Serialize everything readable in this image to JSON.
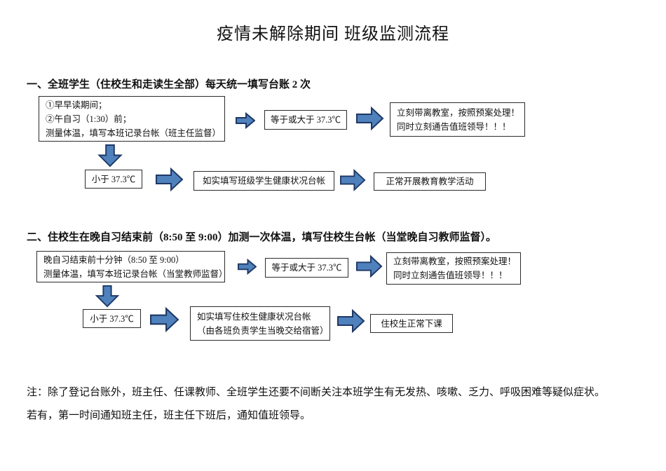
{
  "page": {
    "title": "疫情未解除期间 班级监测流程"
  },
  "section1": {
    "heading": "一、全班学生（住校生和走读生全部）每天统一填写台账 2 次",
    "flow": {
      "start_line1": "①早早读期间；",
      "start_line2": "②午自习（1:30）前；",
      "start_line3": "测量体温，填写本班记录台帐（班主任监督）",
      "fever": "等于或大于 37.3℃",
      "fever_action_line1": "立刻带离教室，按照预案处理！",
      "fever_action_line2": "同时立刻通告值班领导！！！",
      "normal": "小于 37.3℃",
      "record": "如实填写班级学生健康状况台帐",
      "result": "正常开展教育教学活动"
    }
  },
  "section2": {
    "heading": "二、住校生在晚自习结束前（8:50 至 9:00）加测一次体温，填写住校生台帐（当堂晚自习教师监督）。",
    "flow": {
      "start_line1": "晚自习结束前十分钟（8:50 至 9:00）",
      "start_line2": "测量体温，填写本班记录台帐（当堂教师监督）",
      "fever": "等于或大于 37.3℃",
      "fever_action_line1": "立刻带离教室，按照预案处理！",
      "fever_action_line2": "同时立刻通告值班领导！！！",
      "normal": "小于 37.3℃",
      "record_line1": "如实填写住校生健康状况台帐",
      "record_line2": "（由各班负责学生当晚交给宿管）",
      "result": "住校生正常下课"
    }
  },
  "note": {
    "line1": "注：除了登记台账外，班主任、任课教师、全班学生还要不间断关注本班学生有无发热、咳嗽、乏力、呼吸困难等疑似症状。",
    "line2": "若有，第一时间通知班主任，班主任下班后，通知值班领导。"
  },
  "icons": {
    "arrow_right": "block-right-arrow",
    "arrow_down": "block-down-arrow"
  },
  "colors": {
    "arrow_fill": "#4F81BD",
    "arrow_stroke": "#1F3864",
    "box_border": "#2B2B2B"
  }
}
